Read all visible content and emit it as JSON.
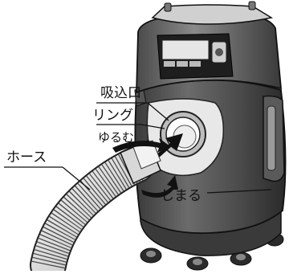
{
  "diagram": {
    "labels": {
      "suction_port": "吸込口",
      "ring": "リング",
      "loosen": "ゆるむ",
      "hose": "ホース",
      "tighten": "しまる"
    }
  }
}
